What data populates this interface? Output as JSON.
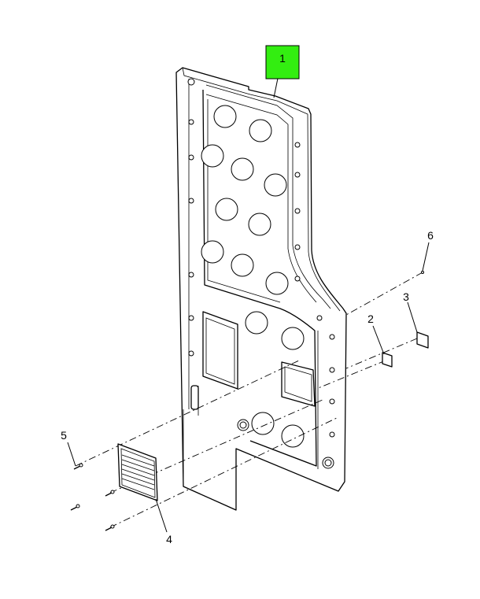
{
  "diagram": {
    "highlight_color": "#33ee11",
    "callouts": [
      {
        "id": "1",
        "label": "1",
        "highlighted": true
      },
      {
        "id": "2",
        "label": "2"
      },
      {
        "id": "3",
        "label": "3"
      },
      {
        "id": "4",
        "label": "4"
      },
      {
        "id": "5",
        "label": "5"
      },
      {
        "id": "6",
        "label": "6"
      }
    ]
  }
}
